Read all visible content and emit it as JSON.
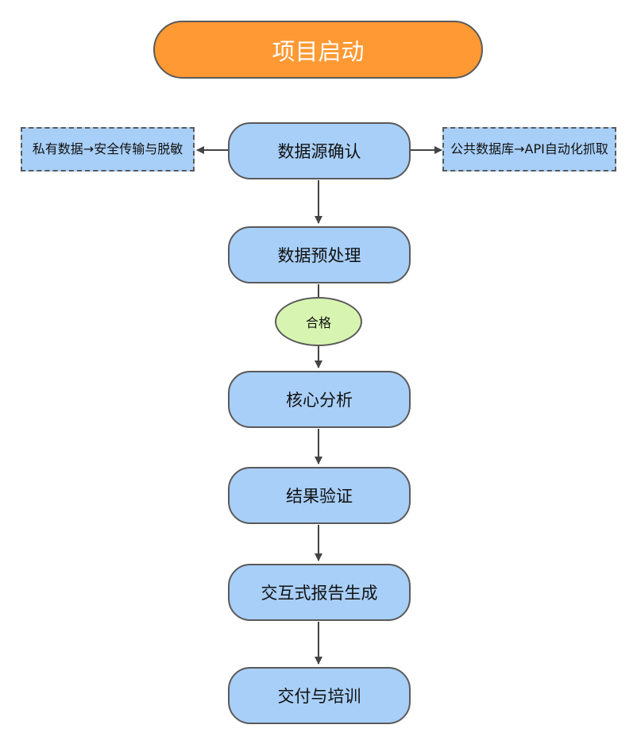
{
  "flowchart": {
    "start": "项目启动",
    "steps": {
      "source_confirm": "数据源确认",
      "preprocess": "数据预处理",
      "core_analysis": "核心分析",
      "result_validation": "结果验证",
      "report_generation": "交互式报告生成",
      "delivery_training": "交付与培训"
    },
    "branches": {
      "private_data": "私有数据→安全传输与脱敏",
      "public_data": "公共数据库→API自动化抓取"
    },
    "decision": "合格"
  },
  "colors": {
    "start_fill": "#ff9933",
    "process_fill": "#a8cff8",
    "decision_fill": "#d7f5b0",
    "border": "#5a5a5a",
    "arrow": "#444444"
  }
}
